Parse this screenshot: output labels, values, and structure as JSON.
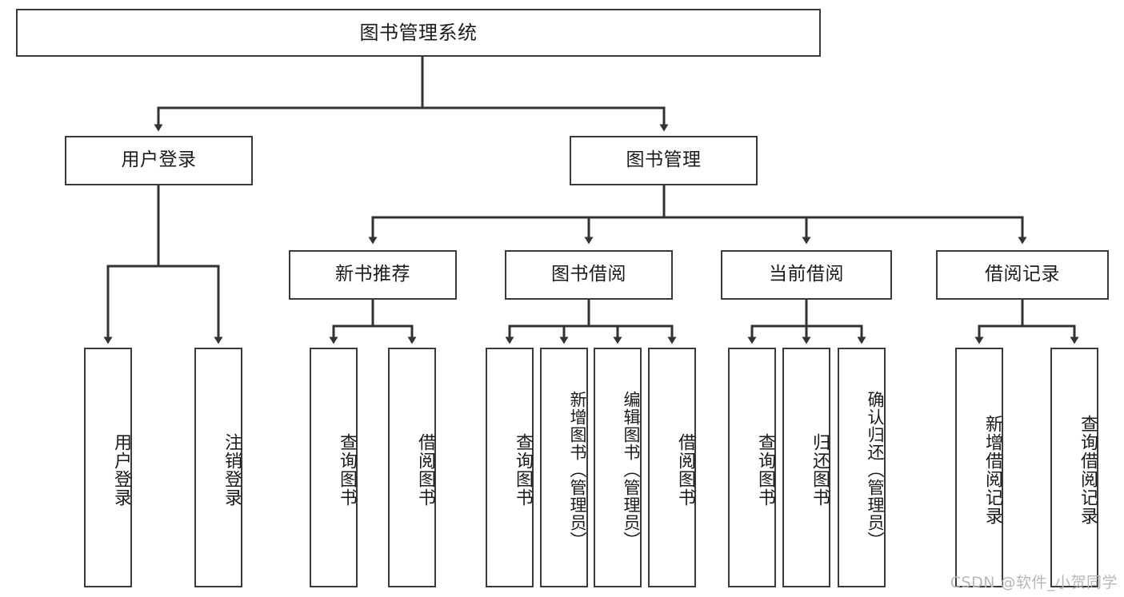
{
  "diagram": {
    "title": "图书管理系统",
    "type": "tree",
    "watermark": "CSDN @软件_小贺同学",
    "colors": {
      "box_border": "#3a3a3a",
      "box_fill": "#ffffff",
      "connector": "#333333",
      "text": "#1b1b1b",
      "watermark": "#b7b7b7",
      "background": "#ffffff"
    }
  },
  "nodes": {
    "root": {
      "label": "图书管理系统"
    },
    "level2": [
      {
        "label": "用户登录"
      },
      {
        "label": "图书管理"
      }
    ],
    "level3": [
      {
        "label": "新书推荐"
      },
      {
        "label": "图书借阅"
      },
      {
        "label": "当前借阅"
      },
      {
        "label": "借阅记录"
      }
    ],
    "leaves": {
      "user_login": [
        {
          "label": "用户登录"
        },
        {
          "label": "注销登录"
        }
      ],
      "new_book_recommend": [
        {
          "label": "查询图书"
        },
        {
          "label": "借阅图书"
        }
      ],
      "book_borrow": [
        {
          "label": "查询图书"
        },
        {
          "label": "新增图书（管理员）"
        },
        {
          "label": "编辑图书（管理员）"
        },
        {
          "label": "借阅图书"
        }
      ],
      "current_borrow": [
        {
          "label": "查询图书"
        },
        {
          "label": "归还图书"
        },
        {
          "label": "确认归还（管理员）"
        }
      ],
      "borrow_record": [
        {
          "label": "新增借阅记录"
        },
        {
          "label": "查询借阅记录"
        }
      ]
    }
  }
}
